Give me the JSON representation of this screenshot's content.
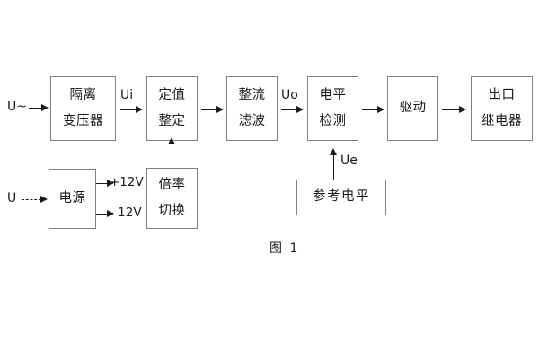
{
  "diagram": {
    "caption": "图 1",
    "signal_chain": [
      {
        "id": "isolation-transformer",
        "lines": [
          "隔离",
          "变压器"
        ]
      },
      {
        "id": "setpoint-setting",
        "lines": [
          "定值",
          "整定"
        ]
      },
      {
        "id": "rectify-filter",
        "lines": [
          "整流",
          "滤波"
        ]
      },
      {
        "id": "level-detection",
        "lines": [
          "电平",
          "检测"
        ]
      },
      {
        "id": "drive",
        "lines": [
          "驱动"
        ]
      },
      {
        "id": "output-relay",
        "lines": [
          "出口",
          "继电器"
        ]
      }
    ],
    "auxiliary_blocks": [
      {
        "id": "power-supply",
        "lines": [
          "电源"
        ]
      },
      {
        "id": "multiplier-switch",
        "lines": [
          "倍率",
          "切换"
        ]
      },
      {
        "id": "reference-level",
        "lines": [
          "参考电平"
        ]
      }
    ],
    "signal_labels": {
      "ac_input": "U~",
      "dc_input": "U",
      "ui": "Ui",
      "uo": "Uo",
      "ue": "Ue",
      "rail_positive": "+12V",
      "rail_negative": "- 12V"
    }
  },
  "colors": {
    "block_border": "#7d7d85",
    "text": "#1a1a1a",
    "background": "#ffffff",
    "arrow": "#1a1a1a"
  }
}
